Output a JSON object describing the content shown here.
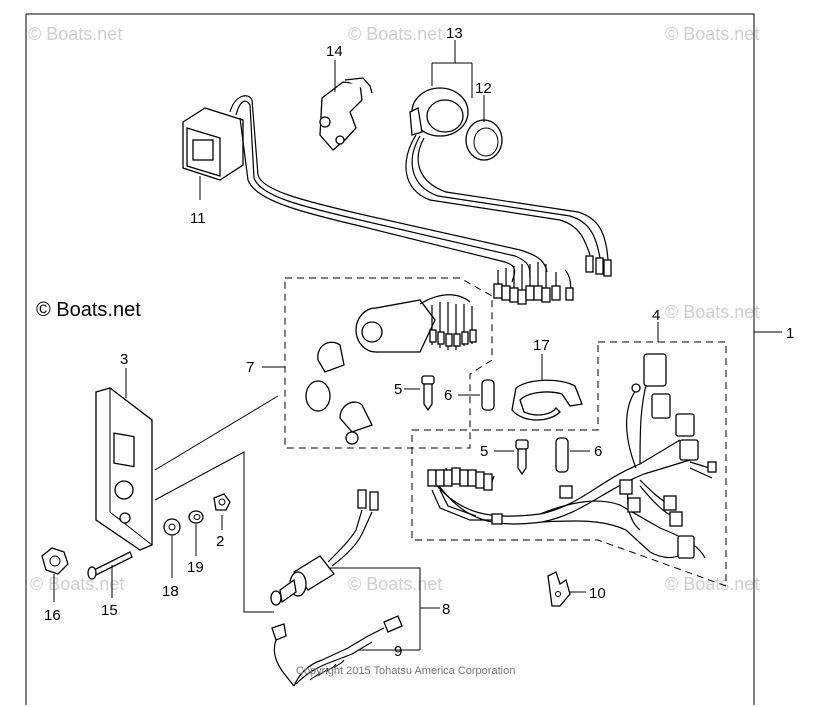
{
  "watermark_text": "© Boats.net",
  "copyright_text": "Copyright 2015 Tohatsu America Corporation",
  "callouts": {
    "c1": "1",
    "c2": "2",
    "c3": "3",
    "c4": "4",
    "c5a": "5",
    "c5b": "5",
    "c6a": "6",
    "c6b": "6",
    "c7": "7",
    "c8": "8",
    "c9": "9",
    "c10": "10",
    "c11": "11",
    "c12": "12",
    "c13": "13",
    "c14": "14",
    "c15": "15",
    "c16": "16",
    "c17": "17",
    "c18": "18",
    "c19": "19"
  }
}
